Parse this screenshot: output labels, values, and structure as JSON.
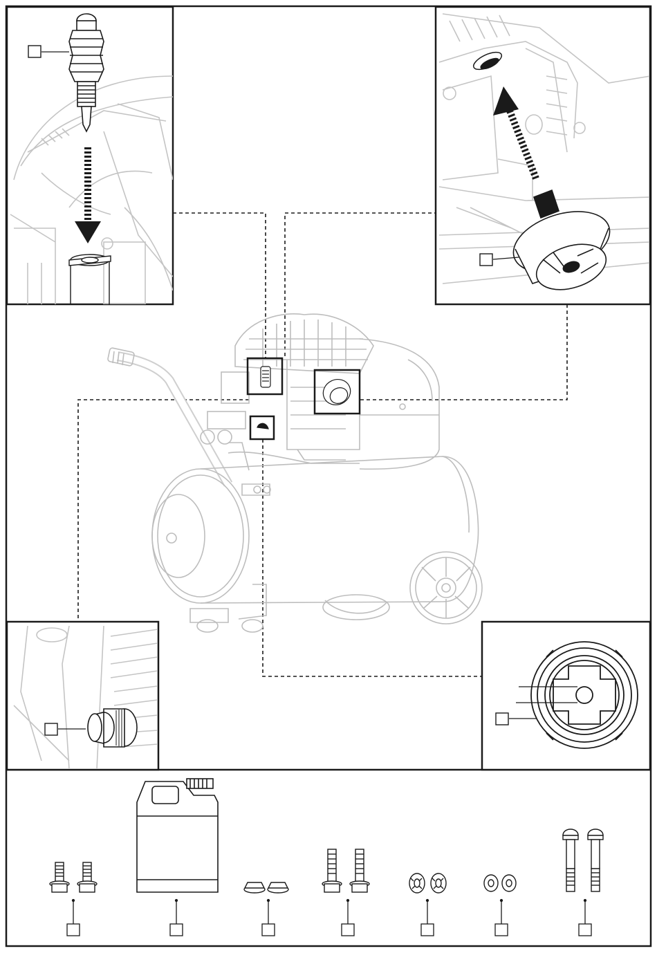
{
  "diagram": {
    "type": "exploded assembly illustration",
    "subject": "air compressor",
    "panels": [
      {
        "id": "top-left",
        "part": "oil-dipstick-plug",
        "callout_label": ""
      },
      {
        "id": "top-right",
        "part": "air-filter",
        "callout_label": ""
      },
      {
        "id": "bottom-left",
        "part": "drain-plug",
        "callout_label": ""
      },
      {
        "id": "mid-right",
        "part": "oil-sight-glass",
        "callout_label": ""
      }
    ],
    "accessories": [
      {
        "part": "short-flange-bolts",
        "quantity": 2,
        "callout_label": ""
      },
      {
        "part": "oil-bottle",
        "quantity": 1,
        "callout_label": ""
      },
      {
        "part": "flange-nuts",
        "quantity": 2,
        "callout_label": ""
      },
      {
        "part": "long-flange-bolts",
        "quantity": 2,
        "callout_label": ""
      },
      {
        "part": "serrated-lock-washers",
        "quantity": 2,
        "callout_label": ""
      },
      {
        "part": "flat-washers",
        "quantity": 2,
        "callout_label": ""
      },
      {
        "part": "pan-head-screws",
        "quantity": 2,
        "callout_label": ""
      }
    ]
  },
  "colors": {
    "ink": "#1a1a1a",
    "ghost": "#bdbdbd",
    "paper": "#ffffff"
  }
}
